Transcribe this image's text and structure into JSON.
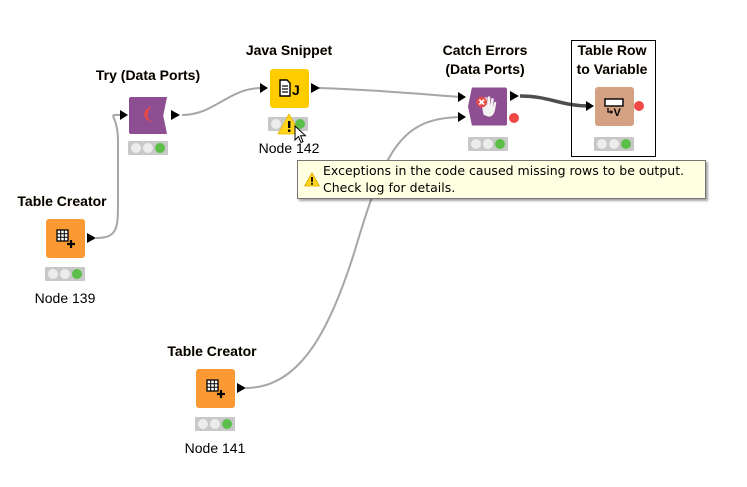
{
  "workflow": {
    "nodes": [
      {
        "id": "try",
        "label_lines": [
          "Try (Data Ports)"
        ],
        "name": "",
        "icon": "try-icon",
        "color": "#8e4e92",
        "status": "executed"
      },
      {
        "id": "java",
        "label_lines": [
          "Java Snippet"
        ],
        "name": "Node 142",
        "icon": "java-snippet-icon",
        "color": "#ffcc00",
        "status": "warning"
      },
      {
        "id": "catch",
        "label_lines": [
          "Catch Errors",
          "(Data Ports)"
        ],
        "name": "",
        "icon": "catch-errors-icon",
        "color": "#8e4e92",
        "status": "executed"
      },
      {
        "id": "rowvar",
        "label_lines": [
          "Table Row",
          "to Variable"
        ],
        "name": "",
        "icon": "table-row-to-variable-icon",
        "color": "#d4a283",
        "status": "executed",
        "selected": true
      },
      {
        "id": "tc139",
        "label_lines": [
          "Table Creator"
        ],
        "name": "Node 139",
        "icon": "table-creator-icon",
        "color": "#fb9a33",
        "status": "executed"
      },
      {
        "id": "tc141",
        "label_lines": [
          "Table Creator"
        ],
        "name": "Node 141",
        "icon": "table-creator-icon",
        "color": "#fb9a33",
        "status": "executed"
      }
    ],
    "connections": [
      {
        "from": "tc139",
        "to": "try"
      },
      {
        "from": "try",
        "to": "java"
      },
      {
        "from": "java",
        "to": "catch"
      },
      {
        "from": "tc141",
        "to": "catch"
      },
      {
        "from": "catch",
        "to": "rowvar",
        "type": "flow-variable"
      }
    ]
  },
  "tooltip": {
    "icon": "warning-icon",
    "lines": [
      "Exceptions in the code caused missing rows to be output.",
      "Check log for details."
    ]
  },
  "colors": {
    "connection": "#a0a0a0",
    "variable_connection": "#505050",
    "status_ok": "#5cbf4a",
    "warning": "#ffd41a",
    "variable_port": "#f04040"
  }
}
